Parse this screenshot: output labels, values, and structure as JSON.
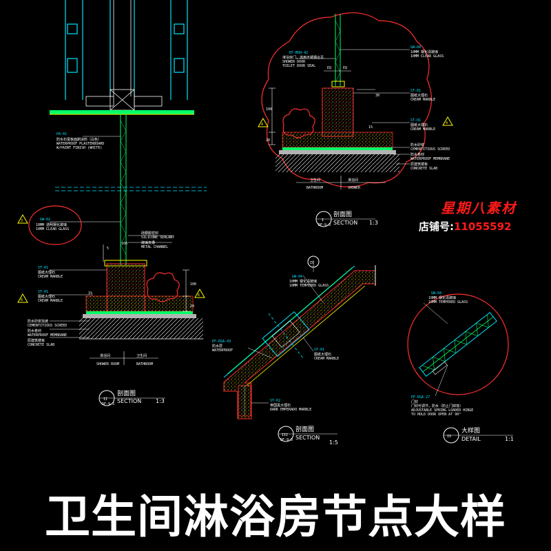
{
  "watermark": {
    "brand": "星期八素材",
    "shop_label": "店铺号:",
    "shop_number": "11055592"
  },
  "banner_title": "卫生间淋浴房节点大样",
  "sections": {
    "s2": {
      "marker": "II",
      "ref": "DF-9-3",
      "title": "剖面图",
      "sub": "SECTION",
      "scale": "1:3"
    },
    "s1": {
      "marker": "I",
      "ref": "DF-9-3",
      "title": "剖面图",
      "sub": "SECTION",
      "scale": "1:3"
    },
    "s3": {
      "marker": "III",
      "ref": "DF-9-3",
      "title": "剖面图",
      "sub": "SECTION",
      "scale": "1:5"
    },
    "s4": {
      "marker": "IV",
      "ref": "",
      "title": "大样图",
      "sub": "DETAIL",
      "scale": "1:1"
    }
  },
  "labels": {
    "left": {
      "pa01_code": "PA-01",
      "pa01_a": "防水石膏板面刷涂料（白色）",
      "pa01_b": "WATERPROOF PLASTERBOARD",
      "pa01_c": "W/PAINT FINISH (WHITE)",
      "gw02_code": "GW-02",
      "gw02_a": "10MM 透明钢化玻璃",
      "gw02_b": "10MM CLEAR GLASS",
      "st01a_code": "ST-01",
      "st01a_a": "图纸大理石",
      "st01a_b": "CREAM MARBLE",
      "st01b_code": "ST-01",
      "st01b_a": "图纸大理石",
      "st01b_b": "CREAM MARBLE",
      "silicone_a": "硅酮胶密封",
      "silicone_b": "SILICONE SEALANT",
      "channel_a": "玻璃夹槽",
      "channel_b": "METAL CHANNEL",
      "screed_a": "防水砂浆找坡",
      "screed_b": "CEMENTITIOUS SCREED",
      "membrane_a": "防水卷材",
      "membrane_b": "WATERPROOF MEMBRANE",
      "slab_a": "原建筑楼板",
      "slab_b": "CONCRETE SLAB",
      "dim_5": "5",
      "dim_100": "100",
      "dim_100b": "100",
      "dim_20": "20",
      "slope": "1%",
      "room_left": "淋浴间",
      "room_right": "卫生间",
      "room_left_en": "SHOWER ROOM",
      "room_right_en": "BATHROOM",
      "callout_3": "3",
      "callout_6a": "6",
      "callout_6b": "6"
    },
    "right": {
      "gw04_code": "GW-04",
      "gw04_a": "10MM 钢化清玻璃",
      "gw04_b": "10MM CLEAR GLASS",
      "ef_code": "EF-MSH-42",
      "ef_a": "淋浴房门，选用不锈钢合页",
      "ef_b": "SHOWER DOOR",
      "ef_c": "TOILET DOOR SEAL",
      "st01c_code": "ST-01",
      "st01c_a": "图纸大理石",
      "st01c_b": "CREAM MARBLE",
      "st01d_code": "ST-01",
      "st01d_a": "图纸大理石",
      "st01d_b": "CREAM MARBLE",
      "layer_a": "防水砂浆",
      "layer_b": "CEMENTITIOUS SCREED",
      "layer_c": "防水卷材",
      "layer_d": "WATERPROOF MEMBRANE",
      "layer_e": "原建筑楼板",
      "layer_f": "CONCRETE SLAB",
      "dim_eq1": "EQ",
      "dim_eq2": "EQ",
      "dim_100": "100",
      "dim_20": "20",
      "dim_30": "30",
      "slope": "1%",
      "room_left": "卫生间",
      "room_right": "淋浴间",
      "room_left_en": "BATHROOM",
      "room_right_en": "SHOWER",
      "callout_4a": "4",
      "callout_4b": "4"
    },
    "mid": {
      "gw04_code": "GW-04",
      "gw04_a": "10MM 钢化清玻璃",
      "gw04_b": "10MM TEMPERED GLASS",
      "ef_code": "EF-EGA-43",
      "ef_a": "防水层",
      "ef_b": "WATERPROOF",
      "st01_code": "ST-01",
      "st01_a": "图纸大理石",
      "st01_b": "CREAM MARBLE",
      "st02_code": "ST-02",
      "st02_a": "帝国黑大理石",
      "st02_b": "DARK EMPERADO MARBLE",
      "iv_marker": "IV"
    },
    "detail": {
      "gw04_code": "GW-04",
      "gw04_a": "10MM 钢化清玻璃",
      "gw04_b": "10MM TEMPERED GLASS",
      "ef_code": "EF-EGA-27",
      "ef_a": "门铰",
      "ef_b": "门铰可调节，防水（防止门掉落）",
      "ef_c": "ADJUSTABLE SPRING LOADED HINGE",
      "ef_d": "TO HOLD DOOR OPEN AT 90°"
    }
  },
  "colors": {
    "background": "#000000",
    "cad_red": "#ff3030",
    "cad_cyan": "#00e5ff",
    "cad_green": "#00ff66",
    "cad_yellow": "#ffff00",
    "cad_white": "#ffffff",
    "brand_red": "#ff1a1a"
  }
}
